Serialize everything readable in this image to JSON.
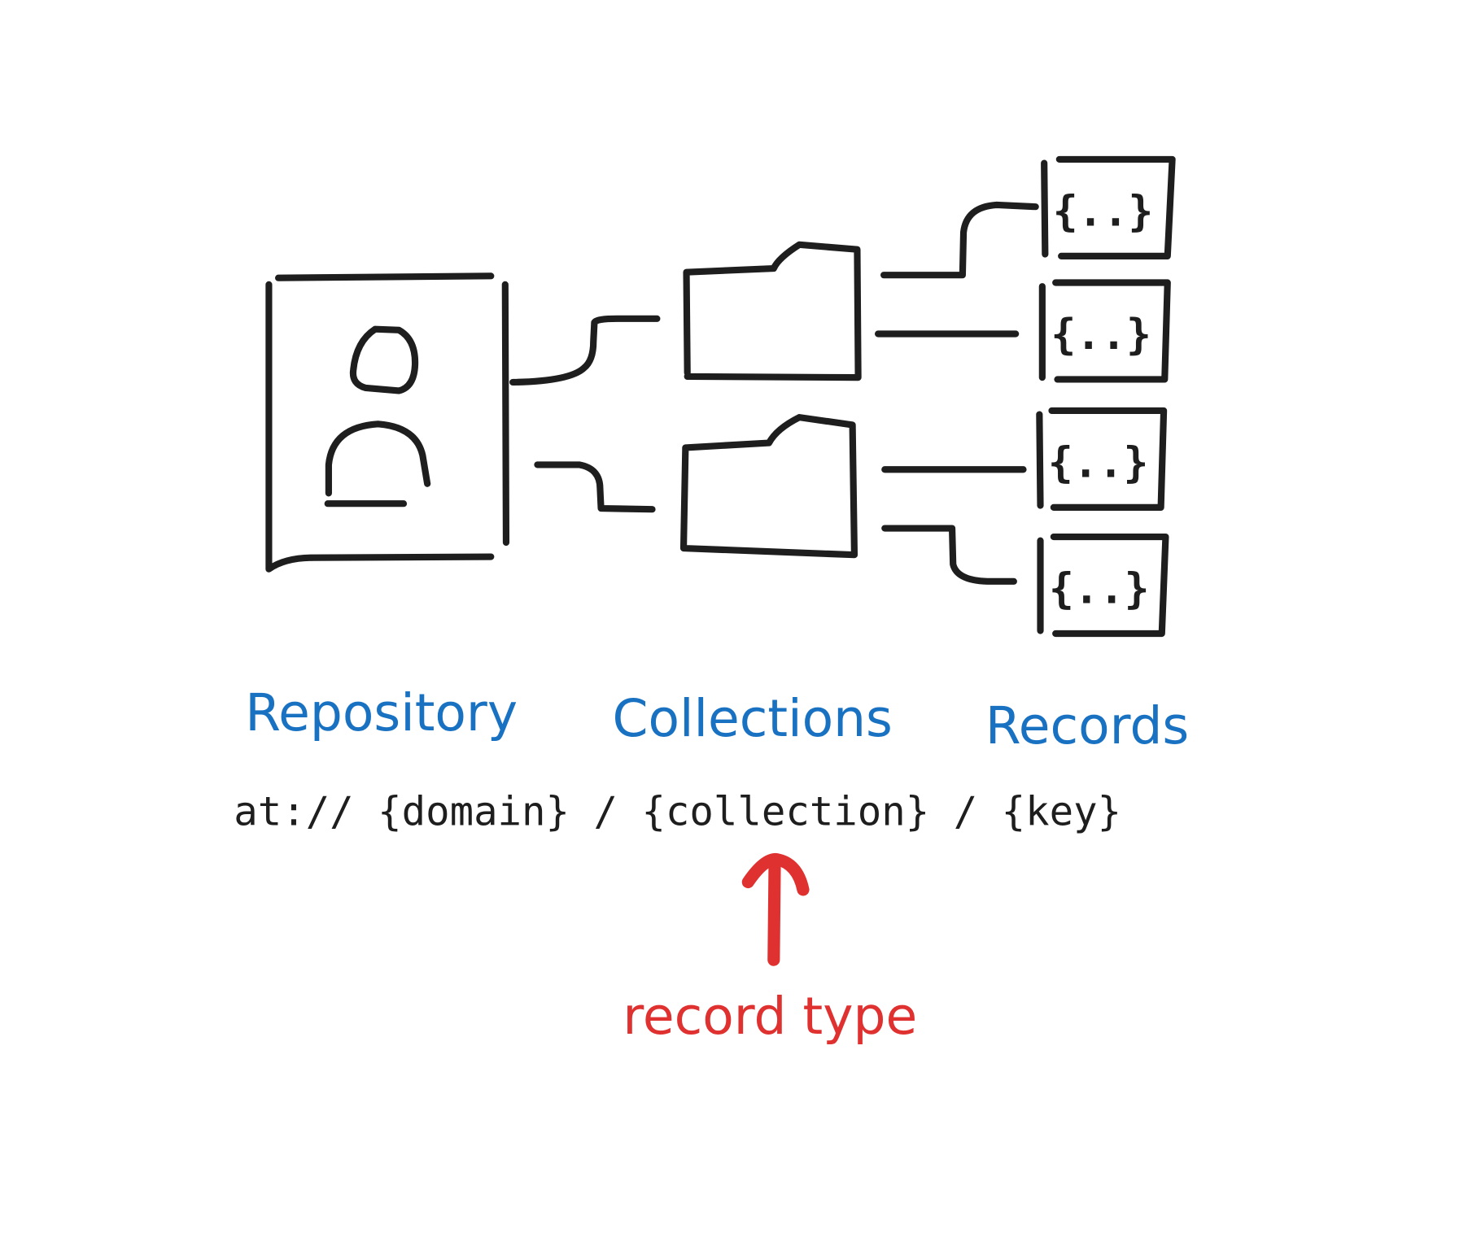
{
  "labels": {
    "repository": "Repository",
    "collections": "Collections",
    "records": "Records"
  },
  "uri": "at:// {domain} / {collection} / {key}",
  "record_placeholder": "{..}",
  "annotation": "record type",
  "colors": {
    "ink": "#1e1e1e",
    "label": "#1971c2",
    "annotation": "#e03131"
  }
}
